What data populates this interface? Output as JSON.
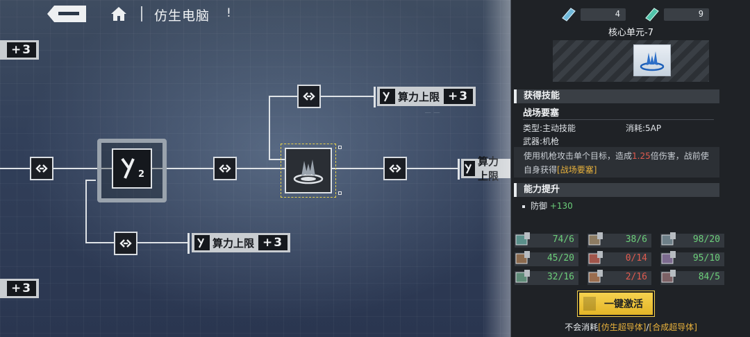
{
  "header": {
    "title": "仿生电脑",
    "title_suffix": "!"
  },
  "tree": {
    "bonus_label": "算力上限",
    "bonus_value": "+3",
    "node_tiers": {
      "main": "2"
    }
  },
  "panel": {
    "resources": [
      {
        "icon": "crystal-blue-icon",
        "count": "4"
      },
      {
        "icon": "crystal-teal-icon",
        "count": "9"
      }
    ],
    "core_name": "核心单元-7",
    "skill_section": "获得技能",
    "skill": {
      "name": "战场要塞",
      "type_label": "类型:主动技能",
      "cost_label": "消耗:5AP",
      "weapon_label": "武器:机枪",
      "desc_pre": "使用机枪攻击单个目标，造成",
      "desc_mult": "1.25",
      "desc_mid": "倍伤害，战前使自身获得",
      "desc_buff": "[战场要塞]"
    },
    "ability_section": "能力提升",
    "stat": {
      "name": "防御",
      "value": "+130"
    },
    "materials": [
      {
        "value": "74",
        "req": "6",
        "ok": true
      },
      {
        "value": "38",
        "req": "6",
        "ok": true
      },
      {
        "value": "98",
        "req": "20",
        "ok": true
      },
      {
        "value": "45",
        "req": "20",
        "ok": true
      },
      {
        "value": "0",
        "req": "14",
        "ok": false
      },
      {
        "value": "95",
        "req": "10",
        "ok": true
      },
      {
        "value": "32",
        "req": "16",
        "ok": true
      },
      {
        "value": "2",
        "req": "16",
        "ok": false
      },
      {
        "value": "84",
        "req": "5",
        "ok": true
      }
    ],
    "activate_label": "一键激活",
    "footnote_pre": "不会消耗",
    "footnote_item1": "[仿生超导体]",
    "footnote_slash": "/",
    "footnote_item2": "[合成超导体]"
  },
  "colors": {
    "accent_gold": "#e9b23c",
    "ok_green": "#6ccf7a",
    "lack_red": "#e05b4f"
  }
}
